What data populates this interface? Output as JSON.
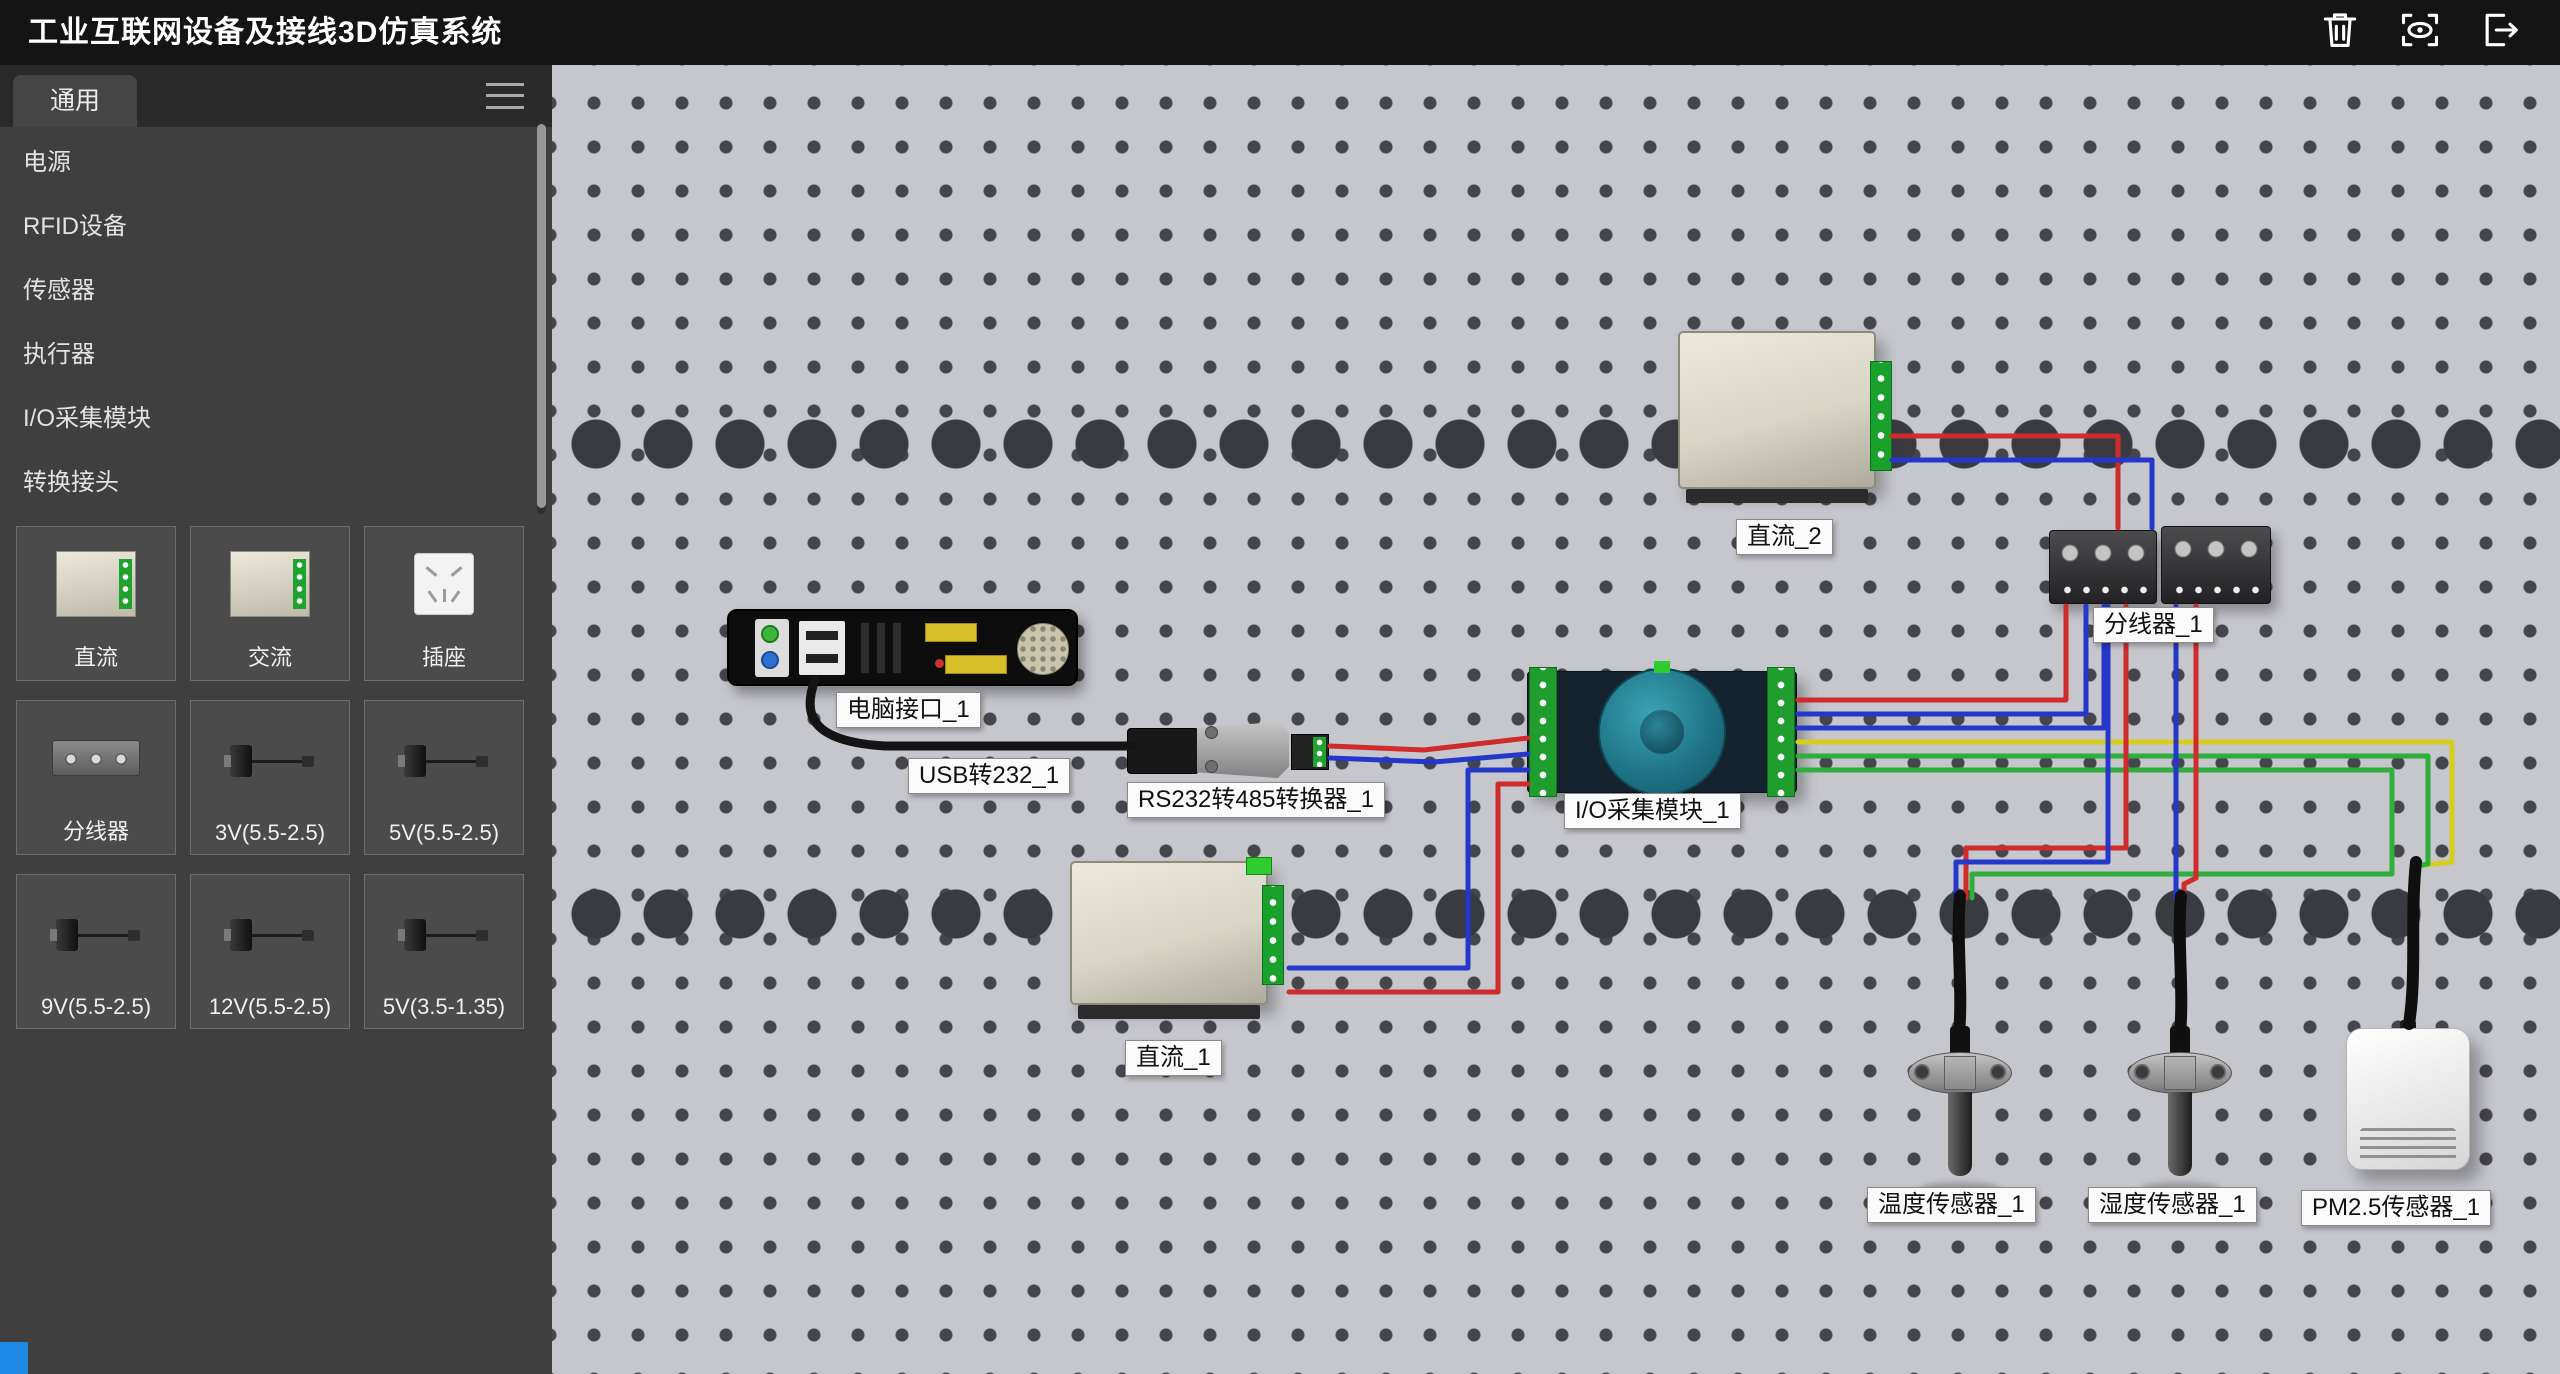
{
  "app": {
    "title": "工业互联网设备及接线3D仿真系统"
  },
  "toolbar": {
    "buttons": [
      {
        "name": "delete",
        "icon": "trash-icon"
      },
      {
        "name": "reset-view",
        "icon": "eye-icon"
      },
      {
        "name": "exit",
        "icon": "exit-icon"
      }
    ]
  },
  "sidebar": {
    "tab_label": "通用",
    "categories": [
      "电源",
      "RFID设备",
      "传感器",
      "执行器",
      "I/O采集模块",
      "转换接头"
    ],
    "tiles": [
      "直流",
      "交流",
      "插座",
      "分线器",
      "3V(5.5-2.5)",
      "5V(5.5-2.5)",
      "9V(5.5-2.5)",
      "12V(5.5-2.5)",
      "5V(3.5-1.35)"
    ]
  },
  "device_labels": {
    "computer_interface": "电脑接口_1",
    "usb_to_232": "USB转232_1",
    "rs232_to_485": "RS232转485转换器_1",
    "io_module": "I/O采集模块_1",
    "dc_2": "直流_2",
    "splitter": "分线器_1",
    "dc_1": "直流_1",
    "temp_sensor": "温度传感器_1",
    "humidity_sensor": "湿度传感器_1",
    "pm25_sensor": "PM2.5传感器_1"
  },
  "colors": {
    "wire_red": "#cf2b2b",
    "wire_blue": "#2437c8",
    "wire_green": "#2fae3c",
    "wire_yellow": "#d6ce1f",
    "canvas_bg": "#c6c7cd",
    "accent_blue": "#1e88e5"
  }
}
